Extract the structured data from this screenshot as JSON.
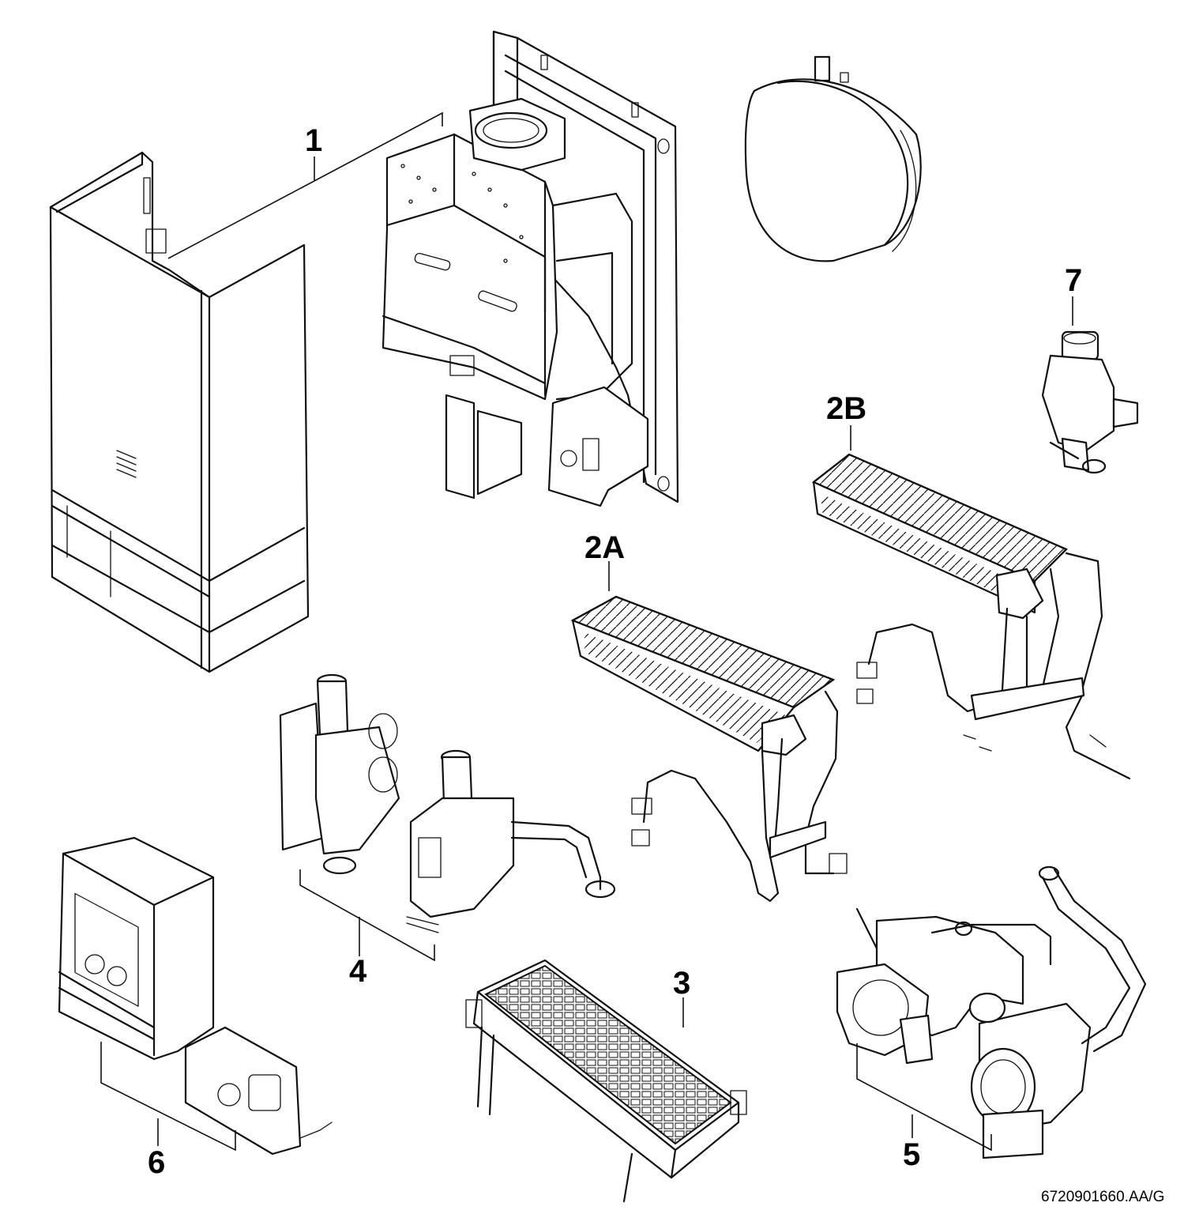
{
  "diagram": {
    "labels": {
      "casing": "1",
      "heat_exchanger_a": "2A",
      "heat_exchanger_b": "2B",
      "burner": "3",
      "gas_valve": "4",
      "hydraulic_pump": "5",
      "control_unit": "6",
      "valve_7": "7"
    },
    "drawing_code": "6720901660.AA/G"
  }
}
